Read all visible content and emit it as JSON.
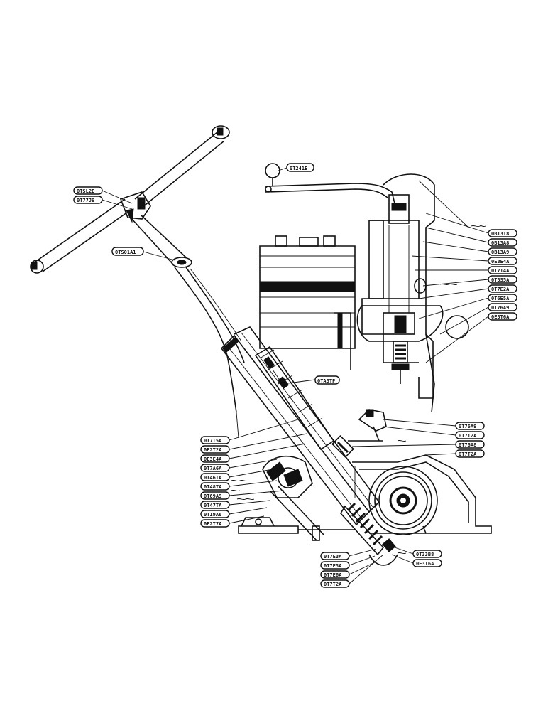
{
  "labels": [
    {
      "id": "tag-handle-top",
      "text": "0TSL2E"
    },
    {
      "id": "tag-hub",
      "text": "0T77J9"
    },
    {
      "id": "tag-column-nut",
      "text": "0TS01A1"
    },
    {
      "id": "tag-shift-knob",
      "text": "0T241E"
    },
    {
      "id": "tag-battery",
      "text": "0TA3TP"
    },
    {
      "id": "r1",
      "text": "0B13T8"
    },
    {
      "id": "r2",
      "text": "0B13A8"
    },
    {
      "id": "r3",
      "text": "0B13A9"
    },
    {
      "id": "r4",
      "text": "0E3E4A"
    },
    {
      "id": "r5",
      "text": "0T7T4A"
    },
    {
      "id": "r6",
      "text": "0T3S5A"
    },
    {
      "id": "r7",
      "text": "0T7E2A"
    },
    {
      "id": "r8",
      "text": "0T6E5A"
    },
    {
      "id": "r9",
      "text": "0T76A9"
    },
    {
      "id": "r10",
      "text": "0E3T6A"
    },
    {
      "id": "l1",
      "text": "0T7T5A"
    },
    {
      "id": "l2",
      "text": "0E2T2A"
    },
    {
      "id": "l3",
      "text": "0E3E4A"
    },
    {
      "id": "l4",
      "text": "0T7A6A"
    },
    {
      "id": "l5",
      "text": "0T46TA"
    },
    {
      "id": "l6",
      "text": "0T48TA"
    },
    {
      "id": "l7",
      "text": "0T69A9"
    },
    {
      "id": "l8",
      "text": "0T47TA"
    },
    {
      "id": "l9",
      "text": "0T19A6"
    },
    {
      "id": "l10",
      "text": "0E2T7A"
    },
    {
      "id": "m1",
      "text": "0T76A9"
    },
    {
      "id": "m2",
      "text": "0T7T2A"
    },
    {
      "id": "m3",
      "text": "0T76A8"
    },
    {
      "id": "m4",
      "text": "0T7T2A"
    },
    {
      "id": "b1",
      "text": "0T7E3A"
    },
    {
      "id": "b2",
      "text": "0T7E3A"
    },
    {
      "id": "b3",
      "text": "0T7E6A"
    },
    {
      "id": "b4",
      "text": "0T7T2A"
    },
    {
      "id": "b5",
      "text": "0T33B8"
    },
    {
      "id": "b6",
      "text": "0E3T6A"
    }
  ]
}
